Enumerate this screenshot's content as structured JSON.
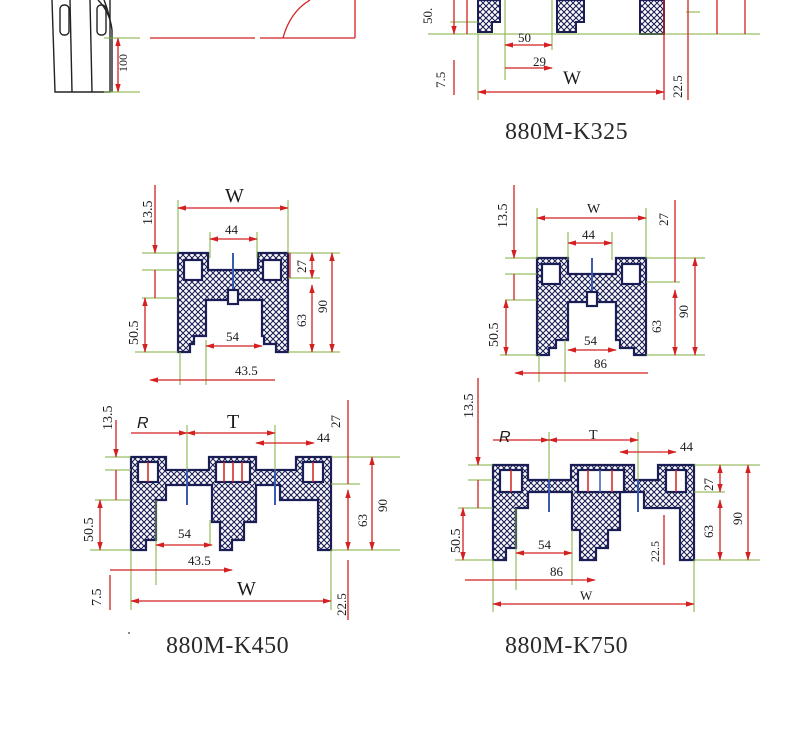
{
  "colors": {
    "dimension_red": "#d42020",
    "extension_green": "#7fae3c",
    "profile_navy": "#1b1e55",
    "hatch_gray": "#c8c8d8",
    "text_dark": "#1a1a1a"
  },
  "top_left": {
    "dim_100": "100"
  },
  "k325": {
    "caption": "880M-K325",
    "dim_50": "50",
    "dim_29": "29",
    "dim_50_5": "50.",
    "dim_7_5": "7.5",
    "dim_W": "W",
    "dim_22_5": "22.5"
  },
  "k450_upper": {
    "dim_W": "W",
    "dim_13_5": "13.5",
    "dim_44": "44",
    "dim_27": "27",
    "dim_90": "90",
    "dim_63": "63",
    "dim_50_5": "50.5",
    "dim_54": "54",
    "dim_43_5": "43.5"
  },
  "k750_upper": {
    "dim_W": "W",
    "dim_13_5": "13.5",
    "dim_44": "44",
    "dim_27": "27",
    "dim_90": "90",
    "dim_63": "63",
    "dim_50_5": "50.5",
    "dim_54": "54",
    "dim_86": "86"
  },
  "k450": {
    "caption": "880M-K450",
    "dim_13_5": "13.5",
    "dim_R": "R",
    "dim_T": "T",
    "dim_44": "44",
    "dim_27": "27",
    "dim_90": "90",
    "dim_63": "63",
    "dim_50_5": "50.5",
    "dim_54": "54",
    "dim_43_5": "43.5",
    "dim_7_5": "7.5",
    "dim_W": "W",
    "dim_22_5": "22.5"
  },
  "k750": {
    "caption": "880M-K750",
    "dim_13_5": "13.5",
    "dim_R": "R",
    "dim_T": "T",
    "dim_44": "44",
    "dim_27": "27",
    "dim_90": "90",
    "dim_63": "63",
    "dim_50_5": "50.5",
    "dim_54": "54",
    "dim_86": "86",
    "dim_22_5": "22.5",
    "dim_W": "W"
  }
}
